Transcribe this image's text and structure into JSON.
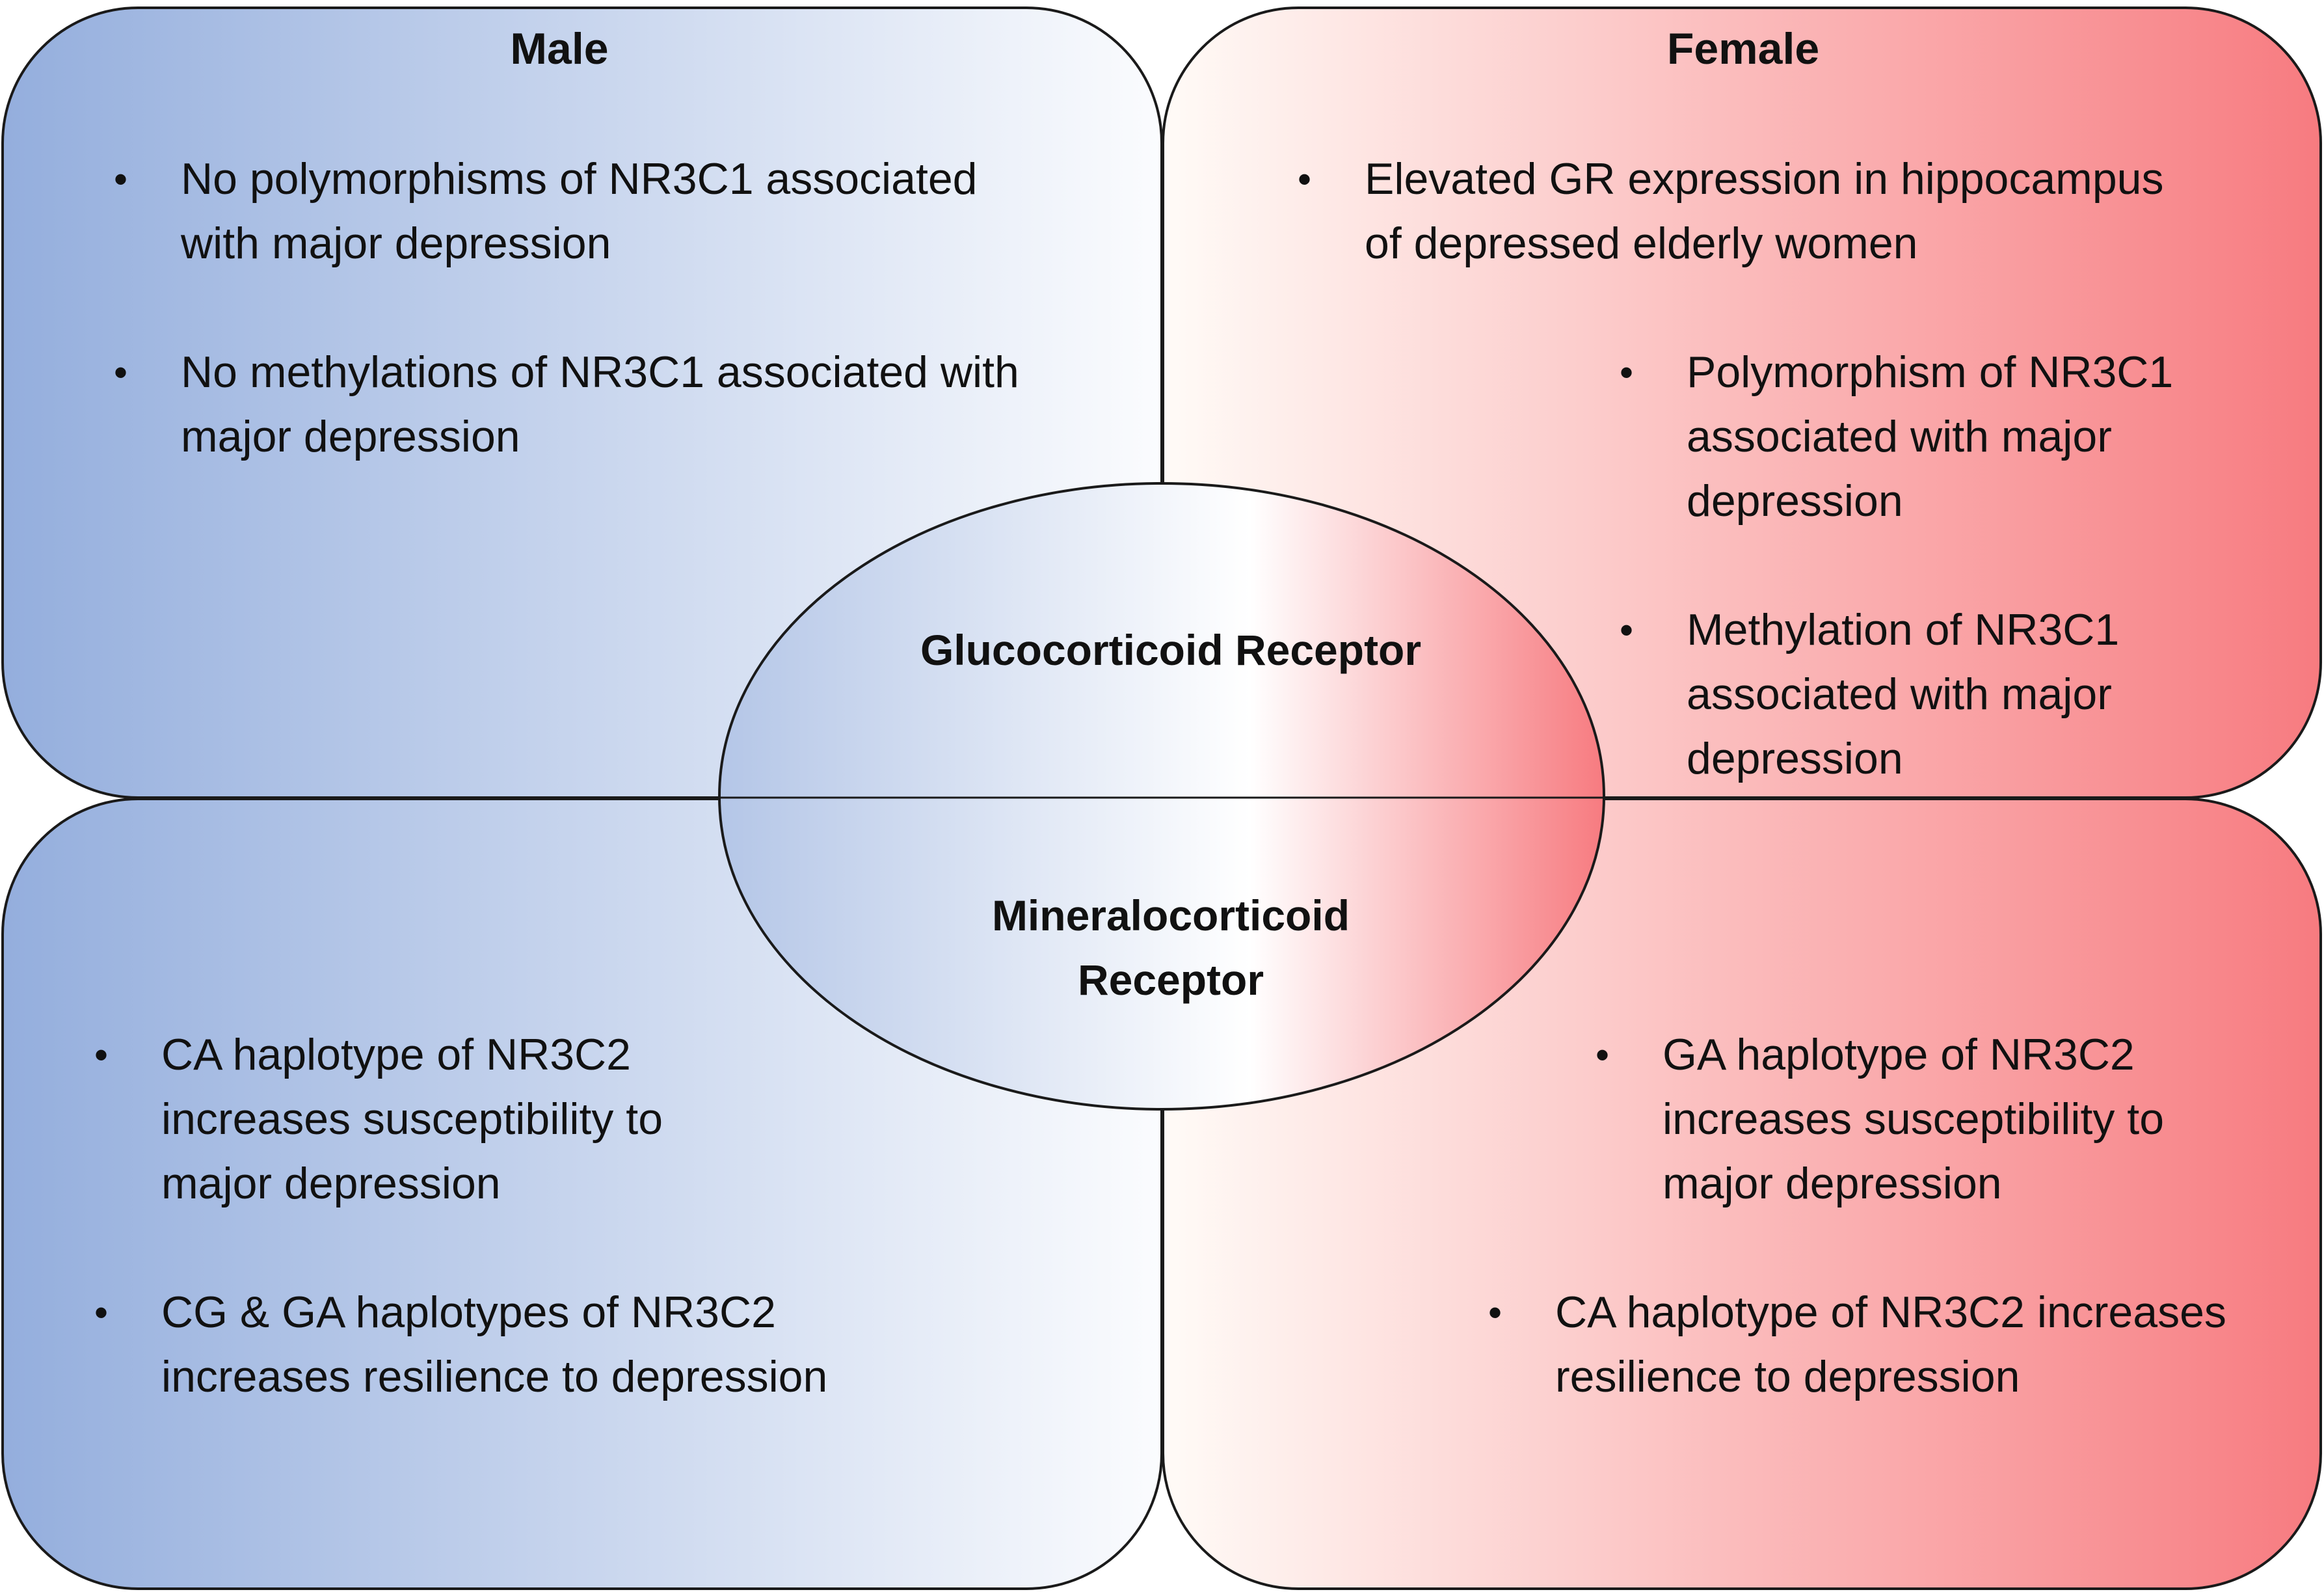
{
  "colors": {
    "male_gradient_dark": "#94aedd",
    "male_gradient_light": "#fbfcfe",
    "female_gradient_light": "#fffbf7",
    "female_gradient_dark": "#f77b80",
    "outline": "#1a1a1a"
  },
  "male": {
    "heading": "Male",
    "gr_bullets": [
      "No polymorphisms of NR3C1 associated with major depression",
      "No methylations of NR3C1 associated with major depression"
    ],
    "mr_bullets": [
      "CA haplotype of NR3C2 increases susceptibility to major depression",
      "CG & GA haplotypes of NR3C2 increases resilience to depression"
    ]
  },
  "female": {
    "heading": "Female",
    "gr_bullets": [
      "Elevated GR expression in hippocampus of depressed elderly women",
      "Polymorphism of NR3C1 associated with major depression",
      "Methylation of NR3C1 associated with major depression"
    ],
    "mr_bullets": [
      "GA haplotype of NR3C2 increases susceptibility to major depression",
      "CA haplotype of NR3C2 increases resilience to depression"
    ]
  },
  "center": {
    "gr_label": "Glucocorticoid Receptor",
    "mr_label": "Mineralocorticoid Receptor"
  },
  "bullet_glyph": "•"
}
